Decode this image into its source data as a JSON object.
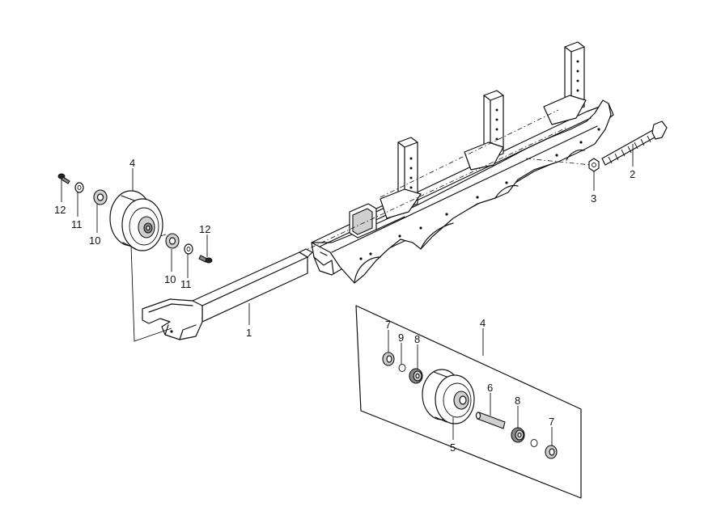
{
  "diagram": {
    "callouts": {
      "axle": "1",
      "long_bolt": "2",
      "hex_nut": "3",
      "wheel_assembly_left": "4",
      "wheel_assembly_detail": "4",
      "wheel": "5",
      "shaft": "6",
      "seal_top": "7",
      "seal_bottom": "7",
      "bearing_top": "8",
      "bearing_bottom": "8",
      "snap_ring": "9",
      "washer_large_left": "10",
      "washer_large_right": "10",
      "washer_small_left": "11",
      "washer_small_right": "11",
      "bolt_left": "12",
      "bolt_right": "12"
    }
  }
}
